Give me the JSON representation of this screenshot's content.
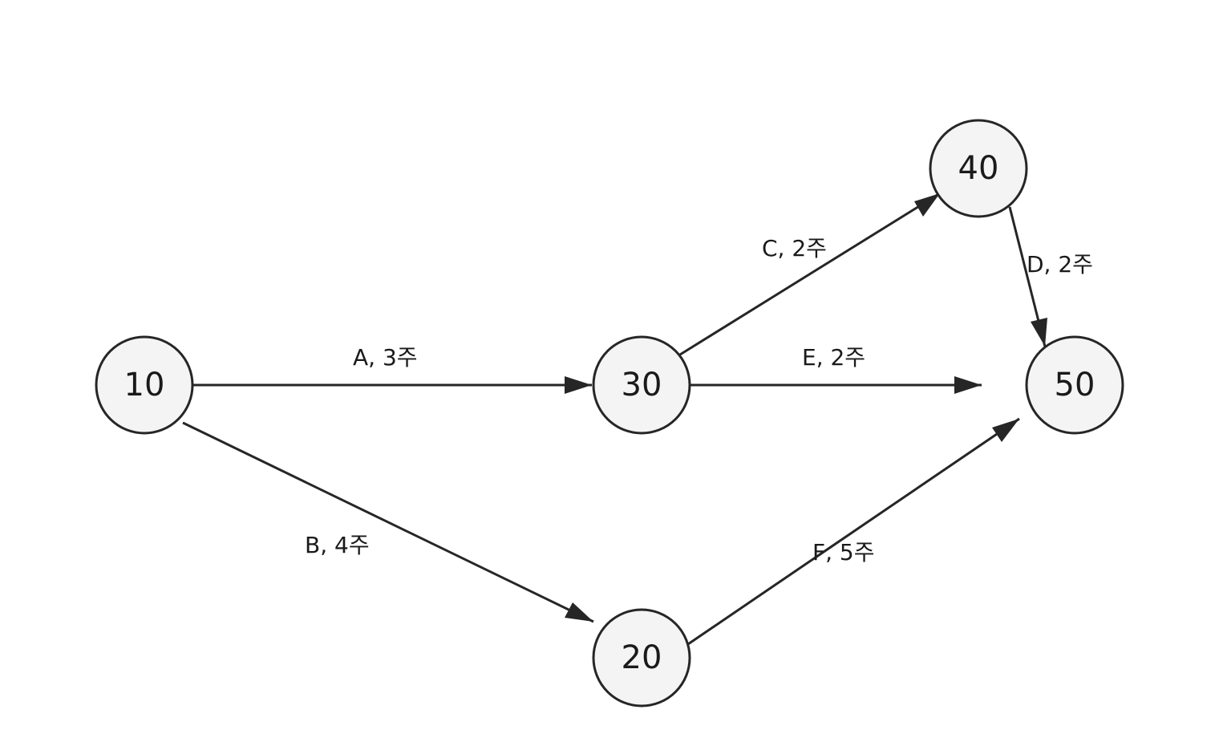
{
  "diagram": {
    "nodes": [
      {
        "id": "10",
        "label": "10"
      },
      {
        "id": "20",
        "label": "20"
      },
      {
        "id": "30",
        "label": "30"
      },
      {
        "id": "40",
        "label": "40"
      },
      {
        "id": "50",
        "label": "50"
      }
    ],
    "edges": [
      {
        "id": "a",
        "from": "10",
        "to": "30",
        "label": "A, 3주"
      },
      {
        "id": "b",
        "from": "10",
        "to": "20",
        "label": "B, 4주"
      },
      {
        "id": "c",
        "from": "30",
        "to": "40",
        "label": "C, 2주"
      },
      {
        "id": "d",
        "from": "40",
        "to": "50",
        "label": "D, 2주"
      },
      {
        "id": "e",
        "from": "30",
        "to": "50",
        "label": "E, 2주"
      },
      {
        "id": "f",
        "from": "20",
        "to": "50",
        "label": "F, 5주"
      }
    ]
  }
}
